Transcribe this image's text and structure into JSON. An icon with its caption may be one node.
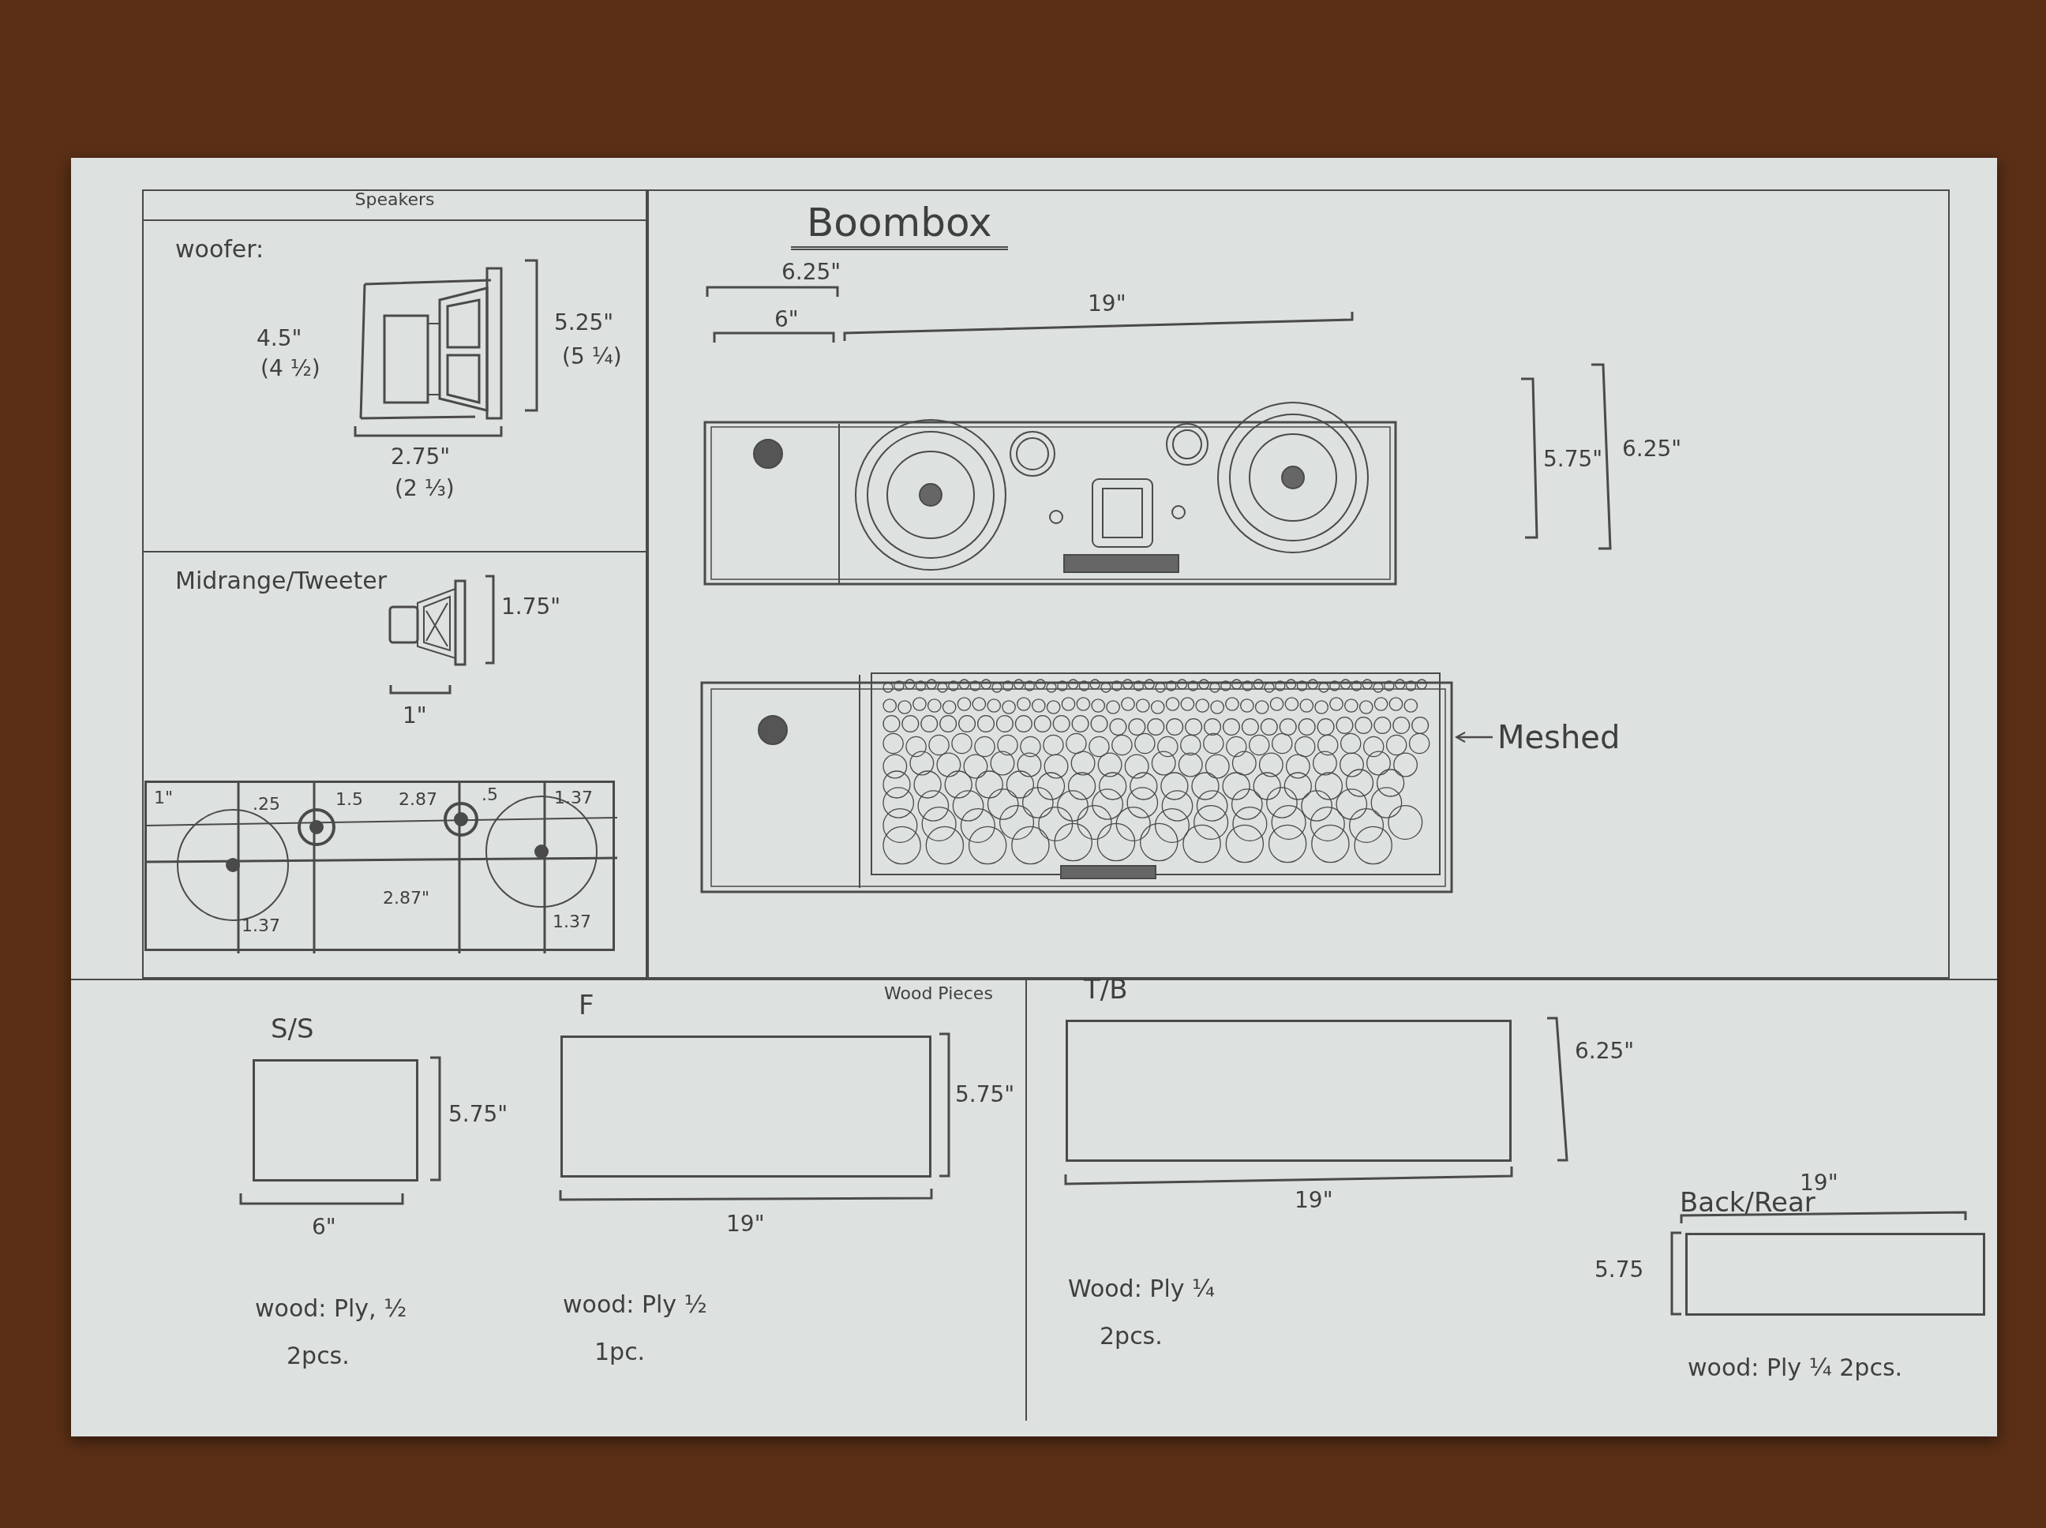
{
  "diagram": {
    "nodes": [
      {
        "text": [
          "Speakers"
        ]
      },
      {
        "text": [
          "woofer:"
        ],
        "in": 0
      },
      {
        "text": [
          "Midrange/Tweeter"
        ],
        "in": 0
      },
      {
        "text": [],
        "shape": "box",
        "in": 0
      },
      {
        "text": [
          "Boombox"
        ]
      },
      {
        "text": [],
        "shape": "picture",
        "in": 4
      },
      {
        "text": [],
        "shape": "picture",
        "in": 4
      },
      {
        "text": [
          "Meshed"
        ],
        "in": 4
      },
      {
        "text": [
          "Wood Pieces"
        ]
      },
      {
        "text": [
          "S/S"
        ],
        "in": 8,
        "beside": [
          "wood: Ply, ½",
          "2pcs."
        ]
      },
      {
        "text": [
          "F"
        ],
        "in": 8,
        "beside": [
          "wood: Ply ½",
          "1pc."
        ]
      },
      {
        "text": [
          "T/B"
        ],
        "in": 8,
        "beside": [
          "Wood: Ply ¼",
          "2pcs."
        ]
      },
      {
        "text": [
          "Back/Rear"
        ],
        "in": 8,
        "beside": [
          "wood: Ply ¼ 2pcs."
        ]
      }
    ],
    "edges": [
      {
        "from": 7,
        "to": 6,
        "arrow": "to"
      }
    ],
    "labels": [
      "4.5\"",
      "(4 ½)",
      "5.25\"",
      "(5 ¼)",
      "2.75\"",
      "(2 ⅓)",
      "1.75\"",
      "1\"",
      "1\"",
      ".25",
      "1.5",
      "2.87",
      ".5",
      "1.37",
      "2.87\"",
      "1.37",
      "1.37",
      "6.25\"",
      "6\"",
      "19\"",
      "5.75\"",
      "6.25\"",
      "5.75\"",
      "6\"",
      "5.75\"",
      "19\"",
      "6.25\"",
      "19\"",
      "19\"",
      "5.75"
    ]
  }
}
